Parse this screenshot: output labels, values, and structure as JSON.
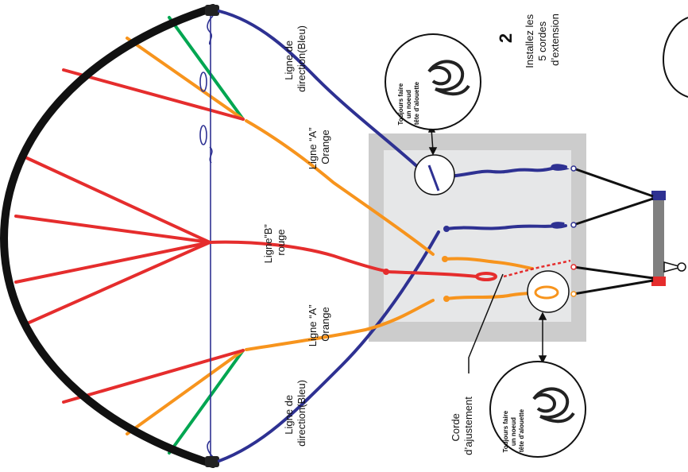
{
  "colors": {
    "steer": "#2e3192",
    "front": "#f7941d",
    "middle": "#e52d2d",
    "bridle_green": "#00a651",
    "frame": "#111111",
    "bag_outer": "#cccccc",
    "bag_inner": "#e6e7e8",
    "bar": "#808080"
  },
  "labels": {
    "steer_top": [
      "Ligne de",
      "direction(Bleu)"
    ],
    "front_top": [
      "Ligne “A”",
      "Orange"
    ],
    "middle": [
      "Ligne”B”",
      "rouge"
    ],
    "front_bottom": [
      "Ligne “A”",
      "Orange"
    ],
    "steer_bottom": [
      "Ligne de",
      "direction(Bleu)"
    ],
    "adjust": [
      "Corde",
      "d’ajustement"
    ]
  },
  "step": {
    "number": "2",
    "text": [
      "Installez les",
      "5 cordes",
      "d’extension"
    ]
  },
  "knot_callout": {
    "text": [
      "Toujours faire",
      "un noeud",
      "tête d’alouette"
    ]
  },
  "icons": [
    "lark-head-knot-icon",
    "arrow-icon"
  ]
}
